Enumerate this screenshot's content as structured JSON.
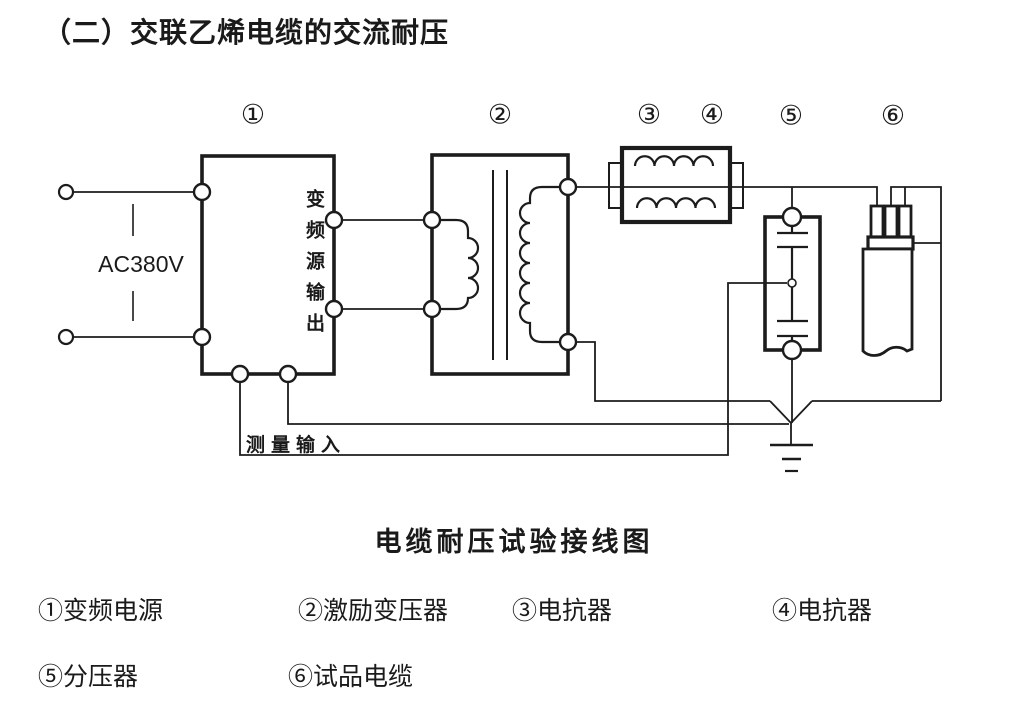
{
  "page": {
    "title": "（二）交联乙烯电缆的交流耐压"
  },
  "diagram": {
    "markers": [
      "①",
      "②",
      "③",
      "④",
      "⑤",
      "⑥"
    ],
    "ac_input_label": "AC380V",
    "inverter_output_label": "变频源输出",
    "measure_input_label": "测量输入",
    "caption": "电缆耐压试验接线图"
  },
  "legend": {
    "items": [
      {
        "num": "①",
        "label": "变频电源"
      },
      {
        "num": "②",
        "label": "激励变压器"
      },
      {
        "num": "③",
        "label": "电抗器"
      },
      {
        "num": "④",
        "label": "电抗器"
      },
      {
        "num": "⑤",
        "label": "分压器"
      },
      {
        "num": "⑥",
        "label": "试品电缆"
      }
    ]
  },
  "colors": {
    "ink": "#1c1c1c",
    "background": "#ffffff"
  }
}
